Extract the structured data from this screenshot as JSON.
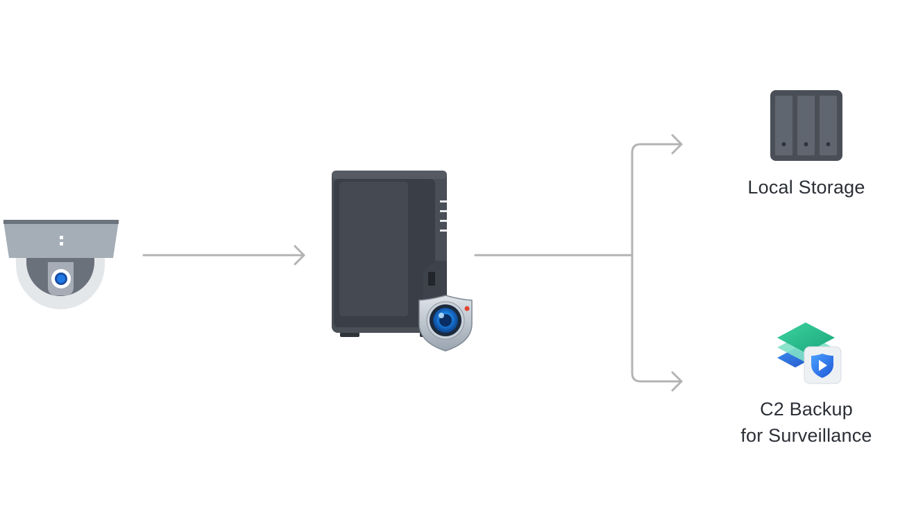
{
  "nodes": {
    "camera": {
      "icon": "dome-camera-icon"
    },
    "nas": {
      "icon": "nas-server-icon",
      "badge_icon": "surveillance-station-shield-icon"
    },
    "local_storage": {
      "icon": "storage-drive-bay-icon",
      "label": "Local Storage"
    },
    "c2_backup": {
      "icon": "c2-backup-icon",
      "label_line1": "C2 Backup",
      "label_line2": "for Surveillance"
    }
  },
  "colors": {
    "arrow": "#b3b3b3",
    "nas_body": "#4a4f57",
    "nas_panel": "#40454e",
    "camera_gray": "#a5adb7",
    "camera_lens": "#1e78e6",
    "storage_body": "#4a4f57",
    "storage_bay": "#5f6670",
    "c2_green": "#2bbf8e",
    "c2_blue": "#2f6fe0",
    "text": "#2b2f36"
  }
}
